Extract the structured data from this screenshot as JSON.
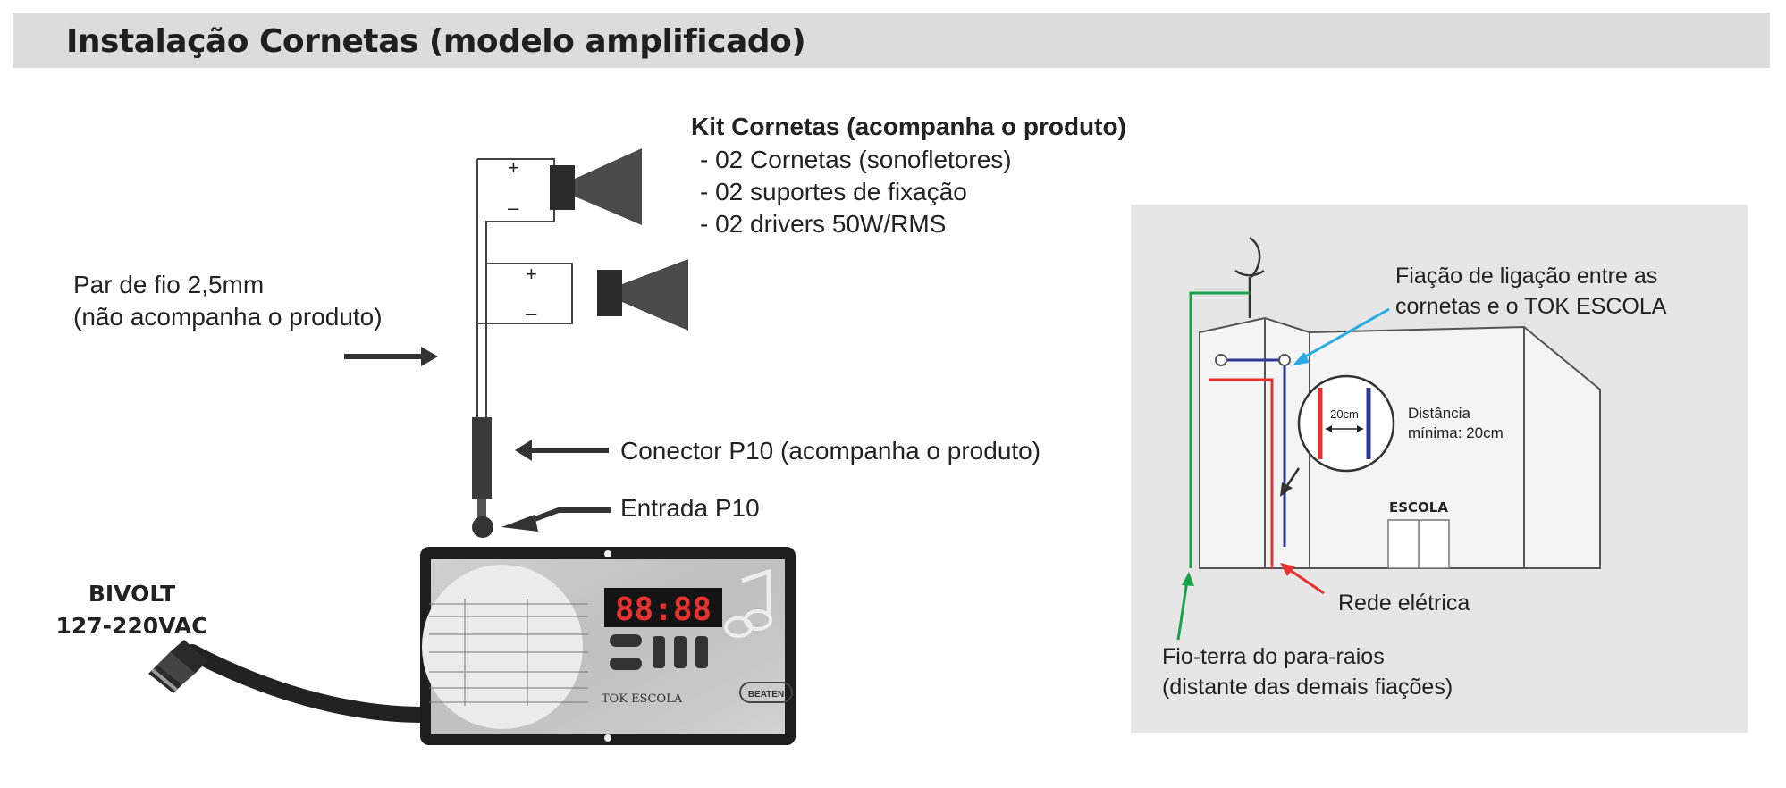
{
  "header": {
    "title": "Instalação Cornetas (modelo amplificado)"
  },
  "kit": {
    "title": "Kit Cornetas (acompanha o produto)",
    "items": [
      "- 02 Cornetas (sonofletores)",
      "- 02 suportes de fixação",
      "- 02 drivers 50W/RMS"
    ]
  },
  "wire_label": {
    "line1": "Par de fio 2,5mm",
    "line2": "(não acompanha o produto)"
  },
  "connector_label": "Conector P10 (acompanha o produto)",
  "input_label": "Entrada P10",
  "power_label": {
    "line1": "BIVOLT",
    "line2": "127-220VAC"
  },
  "speaker_polarity": {
    "plus": "+",
    "minus": "–"
  },
  "device": {
    "display": "88:88",
    "product_name": "TOK ESCOLA",
    "brand": "BEATEN"
  },
  "inset": {
    "wiring_label": {
      "line1": "Fiação de ligação entre as",
      "line2": "cornetas e o TOK ESCOLA"
    },
    "distance_label": {
      "line1": "Distância",
      "line2": "mínima: 20cm"
    },
    "gap_label": "20cm",
    "school_sign": "ESCOLA",
    "grid_label": "Rede elétrica",
    "ground_label": {
      "line1": "Fio-terra do para-raios",
      "line2": "(distante das demais fiações)"
    }
  },
  "colors": {
    "red_wire": "#e8312f",
    "blue_wire": "#2f3a96",
    "green_wire": "#1aa24a",
    "cyan_arrow": "#29abe2",
    "inset_bg": "#e6e6e6"
  }
}
